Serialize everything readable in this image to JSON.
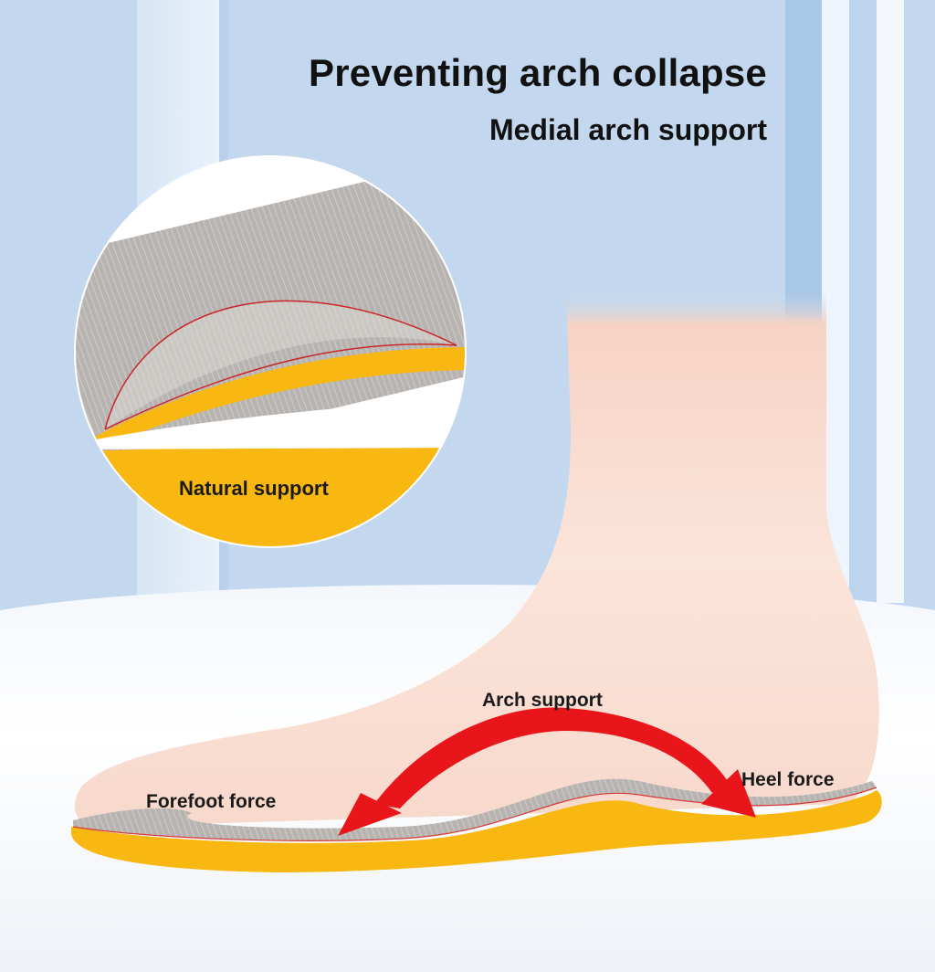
{
  "header": {
    "title": "Preventing arch collapse",
    "subtitle": "Medial arch support"
  },
  "inset": {
    "label": "Natural support"
  },
  "foot_labels": {
    "arch": "Arch support",
    "forefoot": "Forefoot force",
    "heel": "Heel force"
  },
  "colors": {
    "background_blue": "#c3d8ef",
    "insole_yellow": "#f9b712",
    "arrow_red": "#e8151b",
    "skin": "#fbe3d8",
    "fabric_gray": "#b9b5b2"
  }
}
